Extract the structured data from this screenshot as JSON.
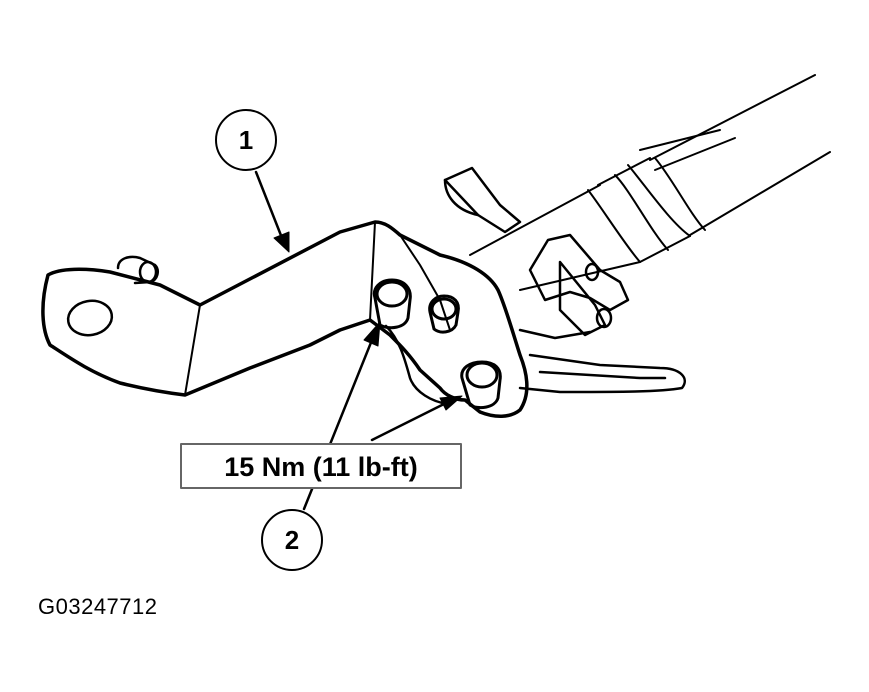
{
  "callouts": {
    "one": "1",
    "two": "2"
  },
  "torque_spec": "15 Nm (11 lb-ft)",
  "figure_id": "G03247712",
  "colors": {
    "ink": "#000000",
    "paper": "#ffffff"
  }
}
